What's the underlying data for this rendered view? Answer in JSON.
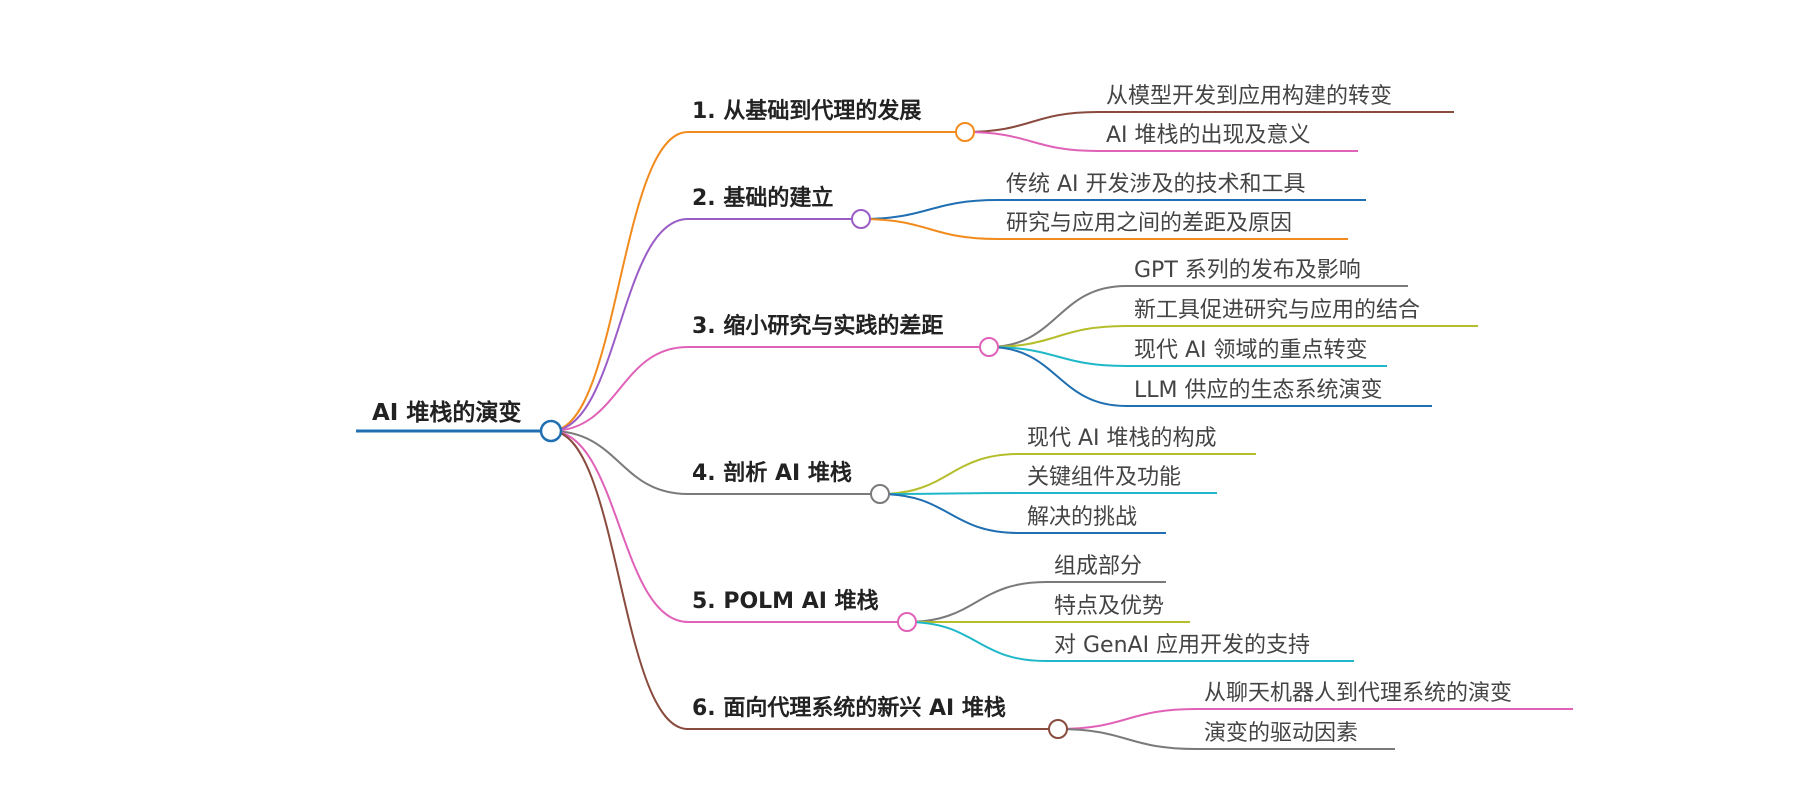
{
  "mindmap": {
    "root": {
      "label": "AI 堆栈的演变",
      "color": "#1f6fb2"
    },
    "branches": [
      {
        "label": "1. 从基础到代理的发展",
        "color": "#f28b1d",
        "children": [
          {
            "label": "从模型开发到应用构建的转变",
            "color": "#8a4b3f"
          },
          {
            "label": "AI 堆栈的出现及意义",
            "color": "#e062b8"
          }
        ]
      },
      {
        "label": "2. 基础的建立",
        "color": "#9a5cc6",
        "children": [
          {
            "label": "传统 AI 开发涉及的技术和工具",
            "color": "#1f6fb2"
          },
          {
            "label": "研究与应用之间的差距及原因",
            "color": "#f28b1d"
          }
        ]
      },
      {
        "label": "3. 缩小研究与实践的差距",
        "color": "#e062b8",
        "children": [
          {
            "label": "GPT 系列的发布及影响",
            "color": "#7a7a7a"
          },
          {
            "label": "新工具促进研究与应用的结合",
            "color": "#b5bd2a"
          },
          {
            "label": "现代 AI 领域的重点转变",
            "color": "#1fb8c9"
          },
          {
            "label": "LLM 供应的生态系统演变",
            "color": "#1f6fb2"
          }
        ]
      },
      {
        "label": "4. 剖析 AI 堆栈",
        "color": "#7a7a7a",
        "children": [
          {
            "label": "现代 AI 堆栈的构成",
            "color": "#b5bd2a"
          },
          {
            "label": "关键组件及功能",
            "color": "#1fb8c9"
          },
          {
            "label": "解决的挑战",
            "color": "#1f6fb2"
          }
        ]
      },
      {
        "label": "5. POLM AI 堆栈",
        "color": "#e062b8",
        "children": [
          {
            "label": "组成部分",
            "color": "#7a7a7a"
          },
          {
            "label": "特点及优势",
            "color": "#b5bd2a"
          },
          {
            "label": "对 GenAI 应用开发的支持",
            "color": "#1fb8c9"
          }
        ]
      },
      {
        "label": "6. 面向代理系统的新兴 AI 堆栈",
        "color": "#8a4b3f",
        "children": [
          {
            "label": "从聊天机器人到代理系统的演变",
            "color": "#e062b8"
          },
          {
            "label": "演变的驱动因素",
            "color": "#7a7a7a"
          }
        ]
      }
    ]
  }
}
